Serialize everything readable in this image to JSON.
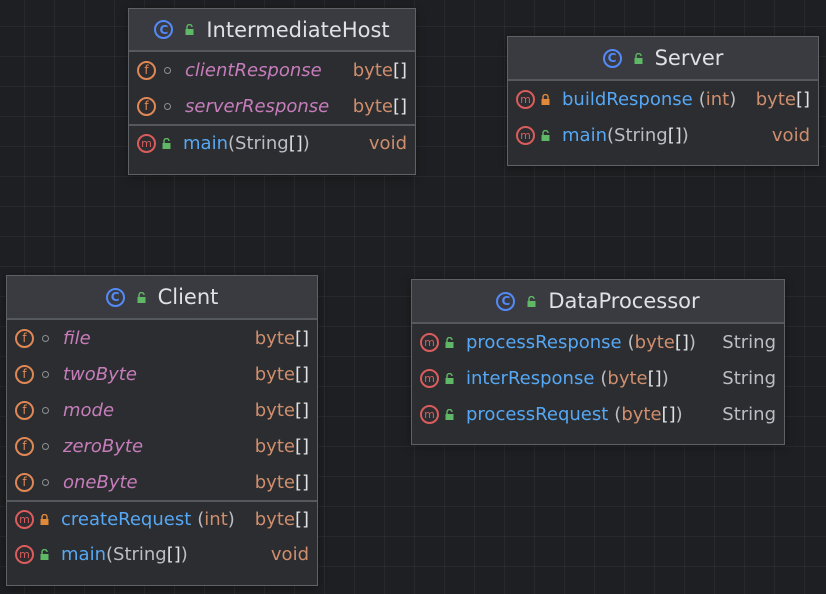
{
  "diagram": {
    "classes": [
      {
        "name": "IntermediateHost",
        "fields": [
          {
            "name": "clientResponse",
            "type": "byte"
          },
          {
            "name": "serverResponse",
            "type": "byte"
          }
        ],
        "methods": [
          {
            "name": "main",
            "params": "String",
            "return": "void"
          }
        ]
      },
      {
        "name": "Server",
        "methods": [
          {
            "name": "buildResponse",
            "params": "int",
            "return": "byte"
          },
          {
            "name": "main",
            "params": "String",
            "return": "void"
          }
        ]
      },
      {
        "name": "Client",
        "fields": [
          {
            "name": "file",
            "type": "byte"
          },
          {
            "name": "twoByte",
            "type": "byte"
          },
          {
            "name": "mode",
            "type": "byte"
          },
          {
            "name": "zeroByte",
            "type": "byte"
          },
          {
            "name": "oneByte",
            "type": "byte"
          }
        ],
        "methods": [
          {
            "name": "createRequest",
            "params": "int",
            "return": "byte"
          },
          {
            "name": "main",
            "params": "String",
            "return": "void"
          }
        ]
      },
      {
        "name": "DataProcessor",
        "methods": [
          {
            "name": "processResponse",
            "params": "byte",
            "return": "String"
          },
          {
            "name": "interResponse",
            "params": "byte",
            "return": "String"
          },
          {
            "name": "processRequest",
            "params": "byte",
            "return": "String"
          }
        ]
      }
    ]
  },
  "glyphs": {
    "class_icon": "C",
    "field_icon": "f",
    "method_icon": "m",
    "array": "[]",
    "open": "(",
    "close": ")"
  },
  "icons": {
    "class": "class-icon",
    "field": "field-icon",
    "method": "method-icon",
    "public": "unlock-icon",
    "private": "lock-icon",
    "package": "package-private-icon"
  },
  "colors": {
    "background": "#1e1f22",
    "box": "#2b2d30",
    "header": "#393b40",
    "field_name": "#c77dbb",
    "method_name": "#56a8f5",
    "keyword_type": "#cf8e6d",
    "class_icon": "#548af7",
    "field_icon": "#e08855",
    "method_icon": "#db5c5c",
    "public_lock": "#5fb865",
    "private_lock": "#e0893a"
  }
}
